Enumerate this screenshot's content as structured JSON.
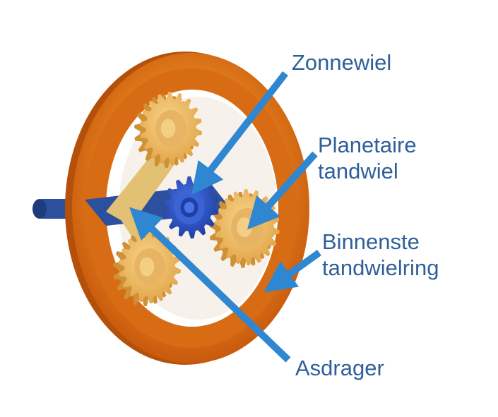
{
  "labels": {
    "sun": "Zonnewiel",
    "planet": [
      "Planetaire",
      "tandwiel"
    ],
    "ring": [
      "Binnenste",
      "tandwielring"
    ],
    "carrier": "Asdrager"
  },
  "colors": {
    "ring_dark": "#c85a0c",
    "ring_main": "#e07a1c",
    "ring_light": "#f19a3e",
    "planet_gear": "#f1b95e",
    "planet_shadow": "#cf9138",
    "sun_gear": "#2e56c8",
    "carrier": "#2c4f9e",
    "arrow": "#2f86d1",
    "label": "#2f5f99"
  }
}
